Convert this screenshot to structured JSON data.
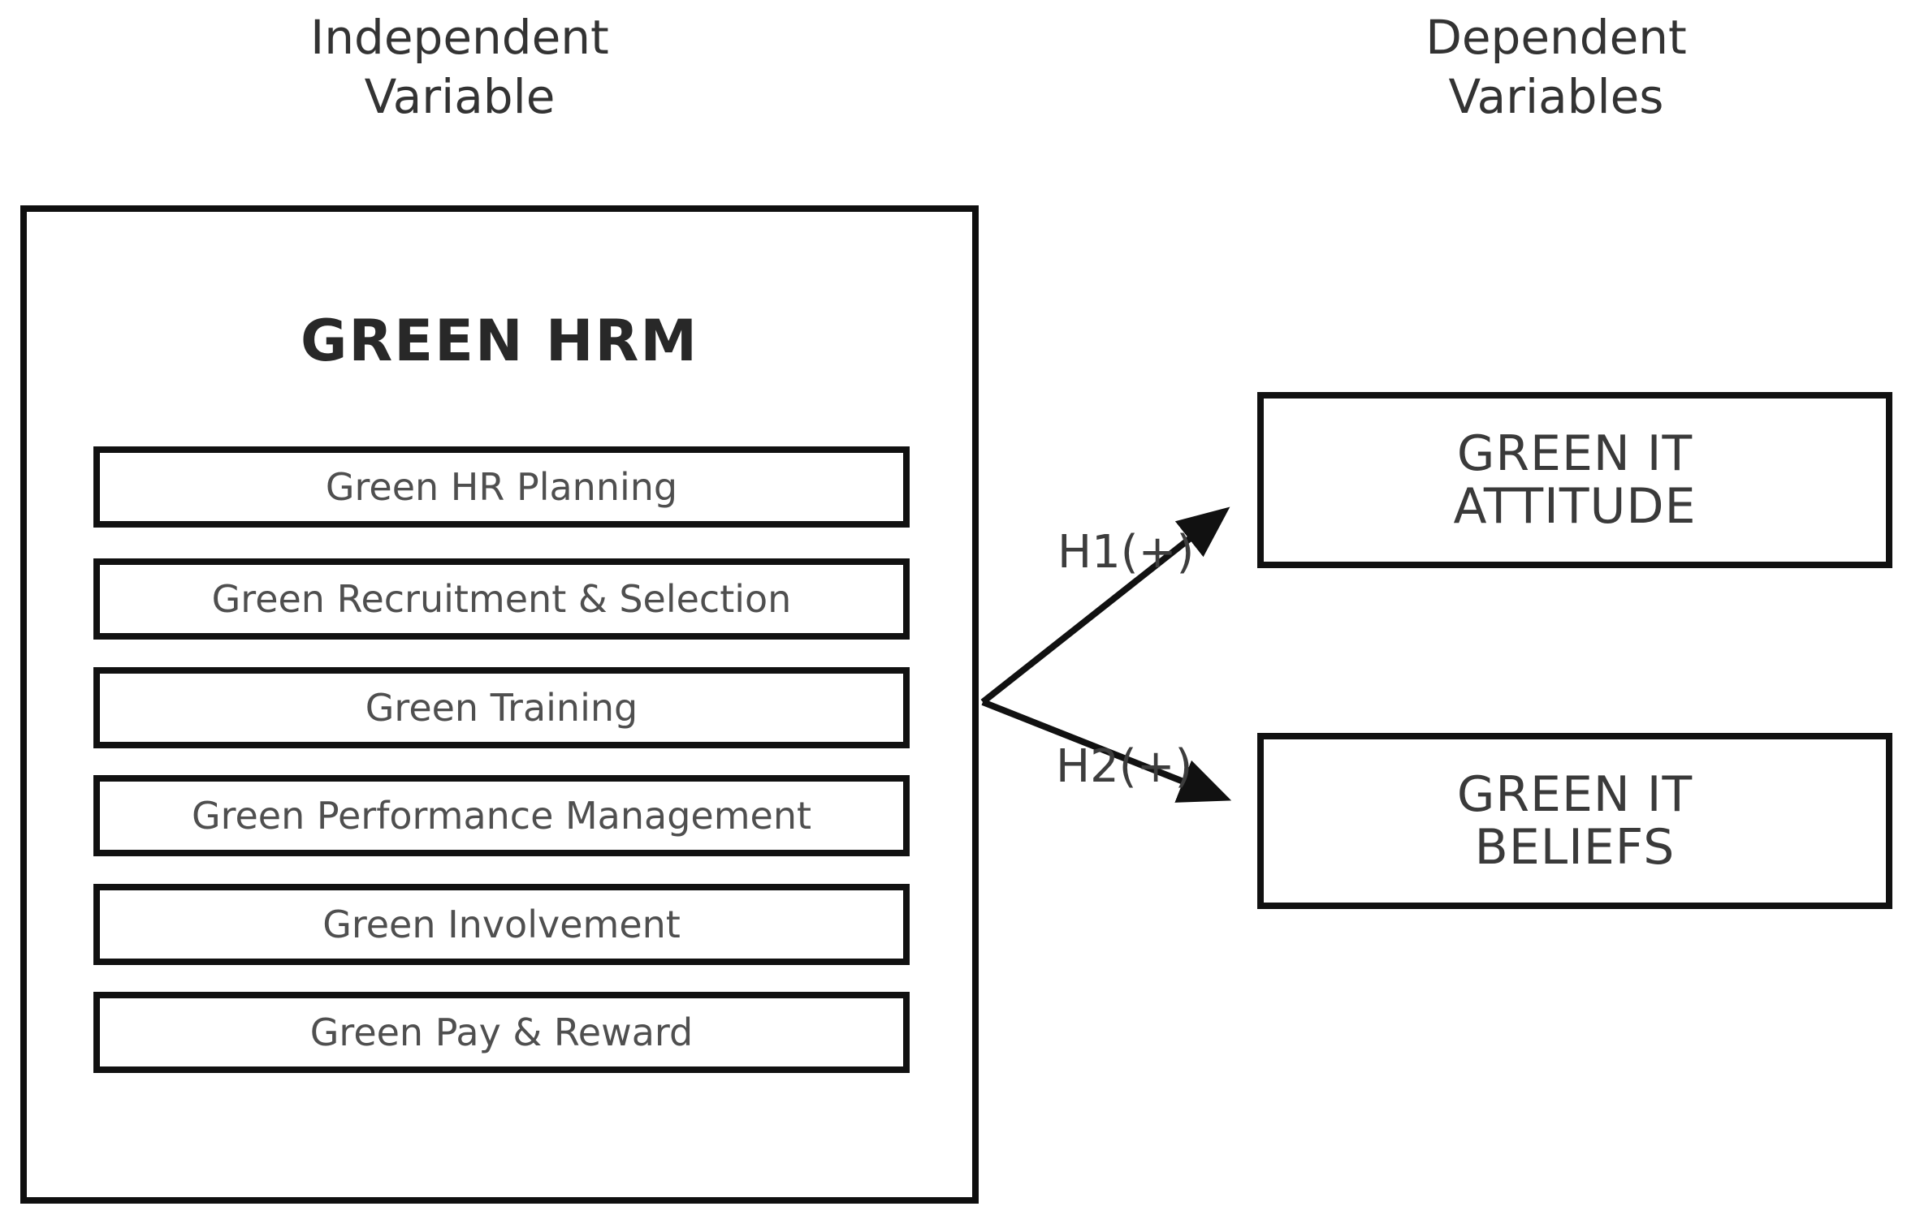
{
  "headers": {
    "independent": {
      "line1": "Independent",
      "line2": "Variable"
    },
    "dependent": {
      "line1": "Dependent",
      "line2": "Variables"
    }
  },
  "green_hrm": {
    "title": "GREEN HRM",
    "practices": [
      "Green HR Planning",
      "Green Recruitment & Selection",
      "Green Training",
      "Green Performance Management",
      "Green Involvement",
      "Green Pay & Reward"
    ]
  },
  "dependent_constructs": {
    "attitude": {
      "line1": "GREEN IT",
      "line2": "ATTITUDE"
    },
    "beliefs": {
      "line1": "GREEN IT",
      "line2": "BELIEFS"
    }
  },
  "hypotheses": {
    "h1": "H1(+)",
    "h2": "H2(+)"
  },
  "colors": {
    "background": "#ffffff",
    "box_border": "#0f0f0f",
    "arrow": "#111111",
    "title_text": "#282828",
    "practice_text": "#4f4f4f",
    "header_text": "#333333",
    "construct_text": "#3a3a3a",
    "hypothesis_text": "#3d3d3d"
  }
}
